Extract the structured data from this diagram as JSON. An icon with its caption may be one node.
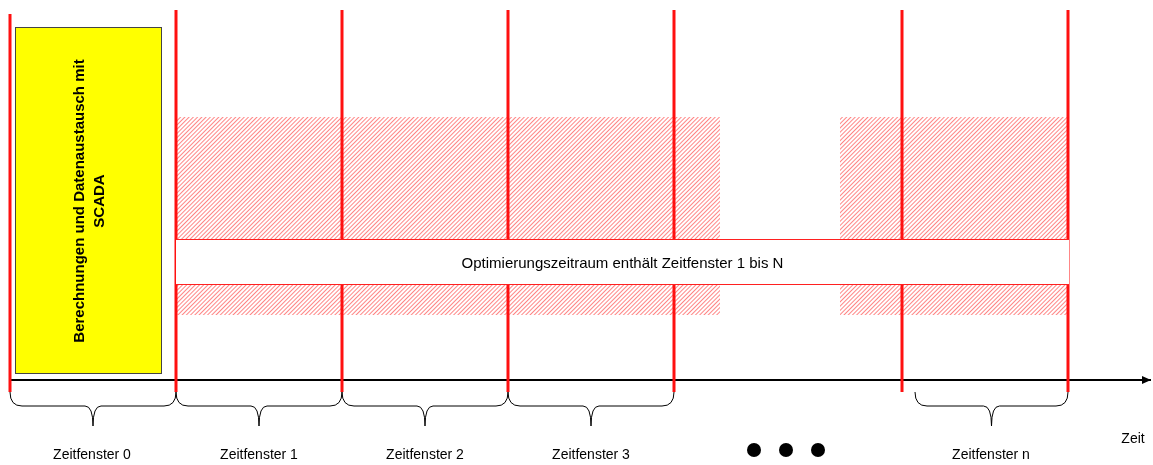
{
  "diagram": {
    "nodes": [
      {
        "text": [
          "Berechnungen und Datenaustausch mit SCADA"
        ]
      },
      {
        "text": [
          "Optimierungszeitraum enthält Zeitfenster 1 bis N"
        ]
      }
    ],
    "labels": [
      "Zeit",
      "Zeitfenster 0",
      "Zeitfenster 1",
      "Zeitfenster 2",
      "Zeitfenster 3",
      "Zeitfenster n"
    ]
  }
}
